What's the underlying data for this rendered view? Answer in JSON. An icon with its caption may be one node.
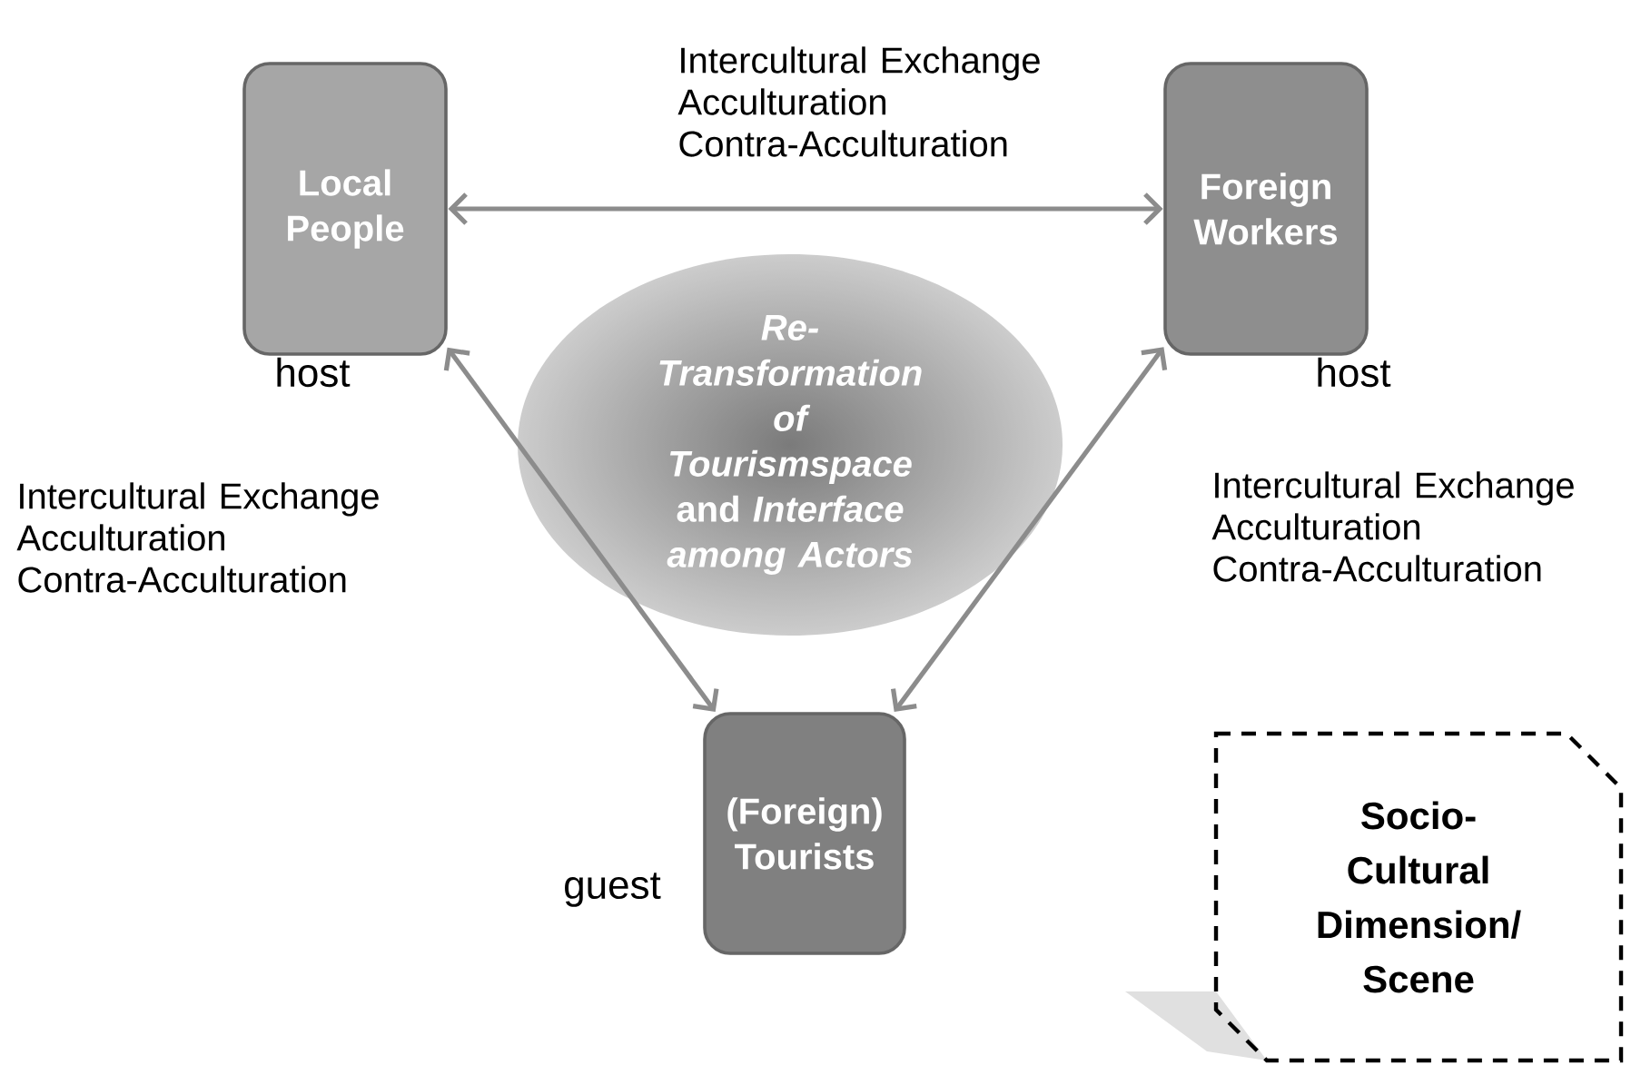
{
  "diagram": {
    "nodes": [
      {
        "text": [
          "Local People"
        ],
        "beside": [
          "host"
        ]
      },
      {
        "text": [
          "Foreign Workers"
        ],
        "beside": [
          "host"
        ]
      },
      {
        "text": [
          "*Re-Transformation of Tourismspace* and *Interface among Actors*"
        ]
      },
      {
        "text": [
          "(Foreign) Tourists"
        ],
        "beside": [
          "guest"
        ]
      },
      {
        "text": [
          "Socio-Cultural Dimension/ Scene"
        ]
      }
    ],
    "edges": [
      {
        "from": 0,
        "to": 1,
        "arrow": "both",
        "label": "Intercultural Exchange Acculturation Contra-Acculturation"
      },
      {
        "from": 0,
        "to": 3,
        "arrow": "both",
        "label": "Intercultural Exchange Acculturation Contra-Acculturation"
      },
      {
        "from": 1,
        "to": 3,
        "arrow": "both",
        "label": "Intercultural Exchange Acculturation Contra-Acculturation"
      }
    ]
  }
}
